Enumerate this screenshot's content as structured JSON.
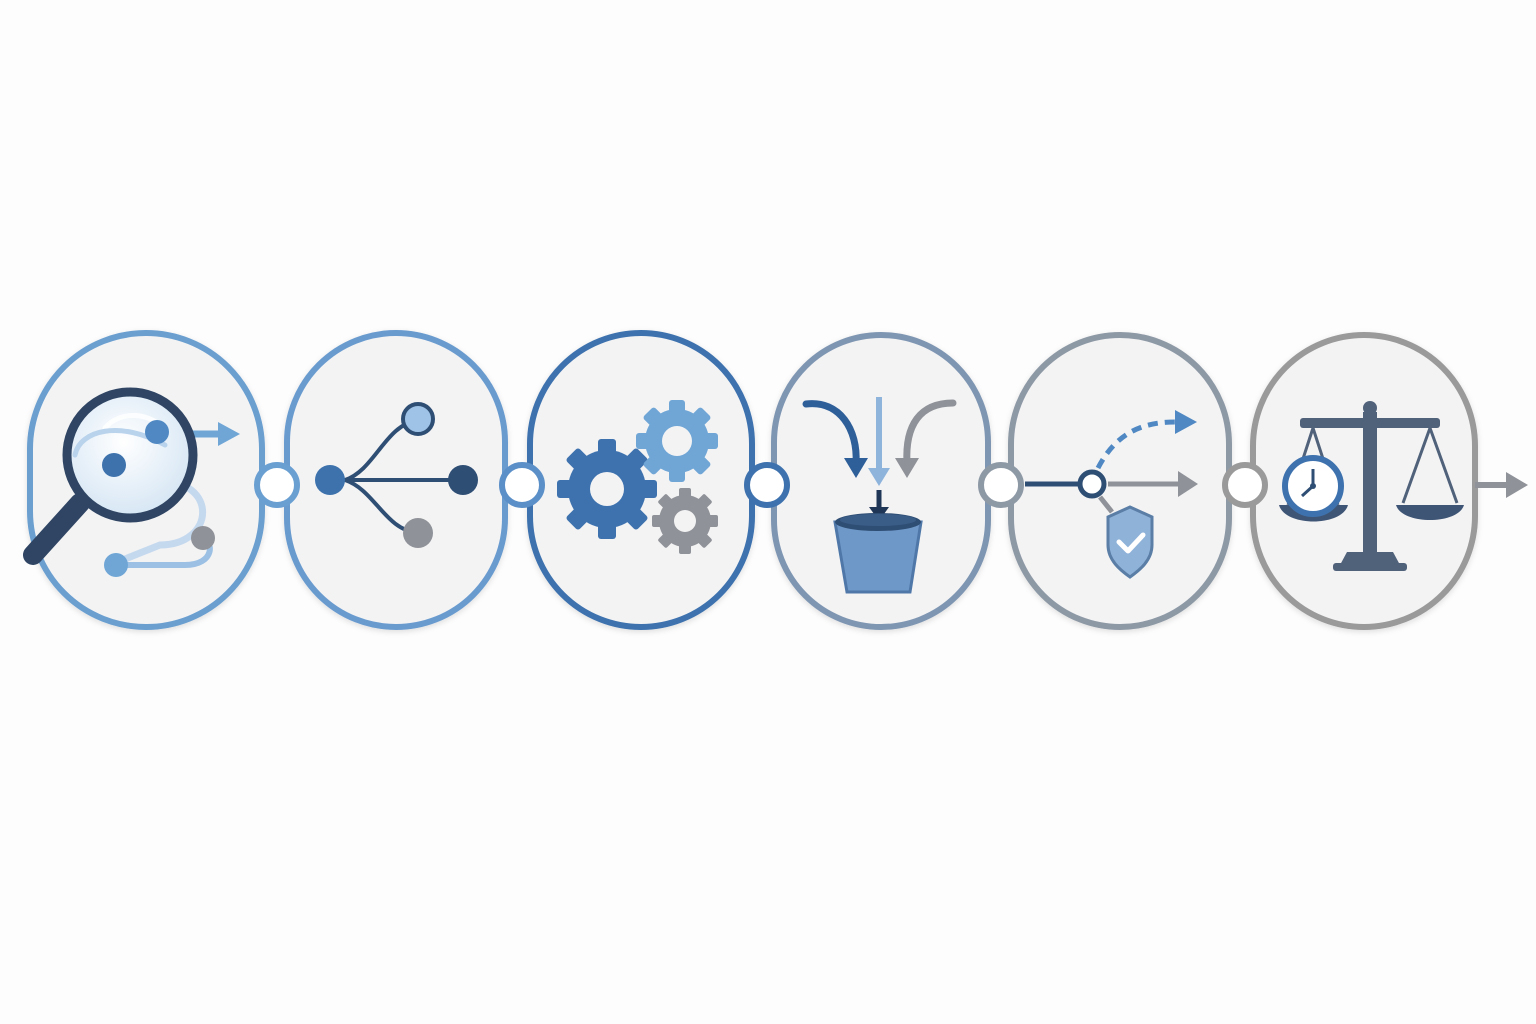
{
  "diagram": {
    "type": "process-flow",
    "stage_count": 6,
    "stages": [
      {
        "icon": "magnifier-path-icon",
        "border_color": "#6b9fd0"
      },
      {
        "icon": "branching-nodes-icon",
        "border_color": "#6a9bcf"
      },
      {
        "icon": "gears-icon",
        "border_color": "#3e72ae"
      },
      {
        "icon": "funnel-bucket-icon",
        "border_color": "#7f96b2"
      },
      {
        "icon": "path-shield-icon",
        "border_color": "#8e99a6"
      },
      {
        "icon": "scale-clock-icon",
        "border_color": "#9a9a9a"
      }
    ],
    "connector_count": 5,
    "exit_arrow": "right-arrow-icon"
  },
  "colors": {
    "light_blue": "#6fa6d6",
    "mid_blue": "#3e77b3",
    "dark_navy": "#2f4e74",
    "slate": "#50617a",
    "gray": "#8f9298",
    "fill": "#f3f3f4"
  }
}
